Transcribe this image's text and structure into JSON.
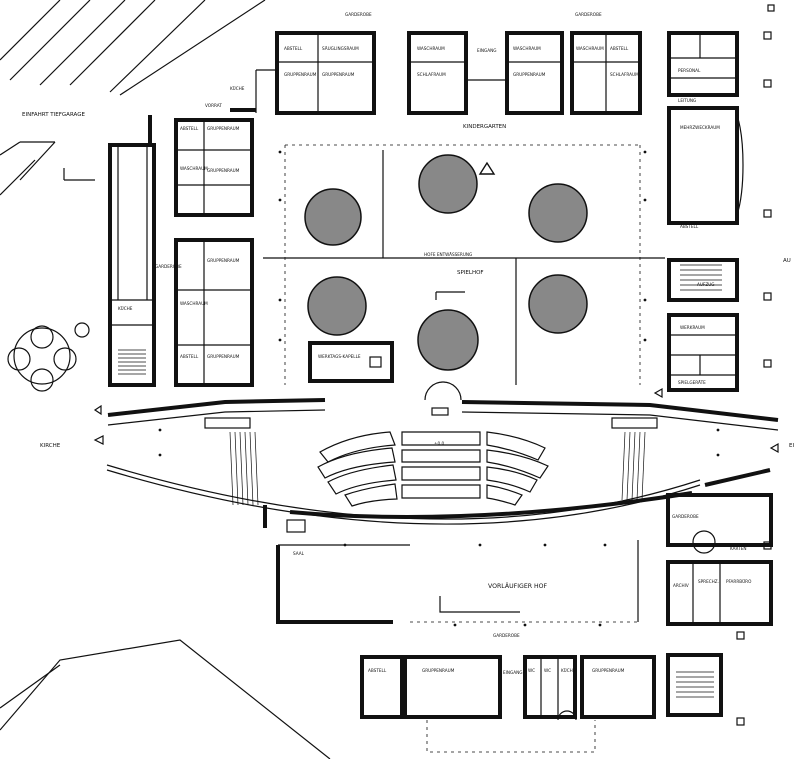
{
  "plan": {
    "entrances": {
      "garage": "EINFAHRT TIEFGARAGE",
      "church": "KIRCHE",
      "north_wardrobe_left": "GARDEROBE",
      "north_wardrobe_right": "GARDEROBE"
    },
    "zones": {
      "kindergarten": "KINDERGARTEN",
      "spielhof": "SPIELHOF",
      "hof_entwaesserung": "HOFE ENTWÄSSERUNG",
      "vorlaeufiger_hof": "VORLÄUFIGER HOF",
      "kapelle": "WERKTAGS-KAPELLE",
      "saal": "SAAL",
      "garderobe_lower": "GARDEROBE",
      "stage_marker": "±0,0"
    },
    "rooms": {
      "n1": "ABSTELL",
      "n2": "SÄUGLINGSRAUM",
      "n3": "GRUPPENRAUM",
      "n4": "GRUPPENRAUM",
      "n5": "WASCHRAUM",
      "n6": "SCHLAFRAUM",
      "n7": "EINGANG",
      "n8": "WASCHRAUM",
      "n9": "GRUPPENRAUM",
      "n10": "WASCHRAUM",
      "n11": "ABSTELL",
      "n12": "SCHLAFRAUM",
      "w1": "KÜCHE",
      "w2": "VORRAT",
      "w3": "ABSTELL",
      "w4": "GRUPPENRAUM",
      "w5": "WASCHRAUM",
      "w6": "GRUPPENRAUM",
      "w7": "GARDEROBE",
      "w8": "GRUPPENRAUM",
      "w9": "WASCHRAUM",
      "w10": "ABSTELL",
      "w11": "GRUPPENRAUM",
      "w12": "KÜCHE",
      "e1": "PERSONAL",
      "e2": "LEITUNG",
      "e3": "MEHRZWECKRAUM",
      "e4": "ABSTELL",
      "e5": "AUFZUG",
      "e6": "WERKRAUM",
      "e7": "SPIELGERÄTE",
      "e8": "GARDEROBE",
      "e9": "KARTEN",
      "e10": "ARCHIV",
      "e11": "SPRECHZ.",
      "e12": "PFARRBÜRO",
      "s1": "ABSTELL",
      "s2": "GRUPPENRAUM",
      "s3": "EINGANG",
      "s4": "WC",
      "s5": "WC",
      "s6": "KÜCHE",
      "s7": "GRUPPENRAUM"
    },
    "edge_labels": {
      "right_a": "AU",
      "right_b": "EI"
    }
  }
}
